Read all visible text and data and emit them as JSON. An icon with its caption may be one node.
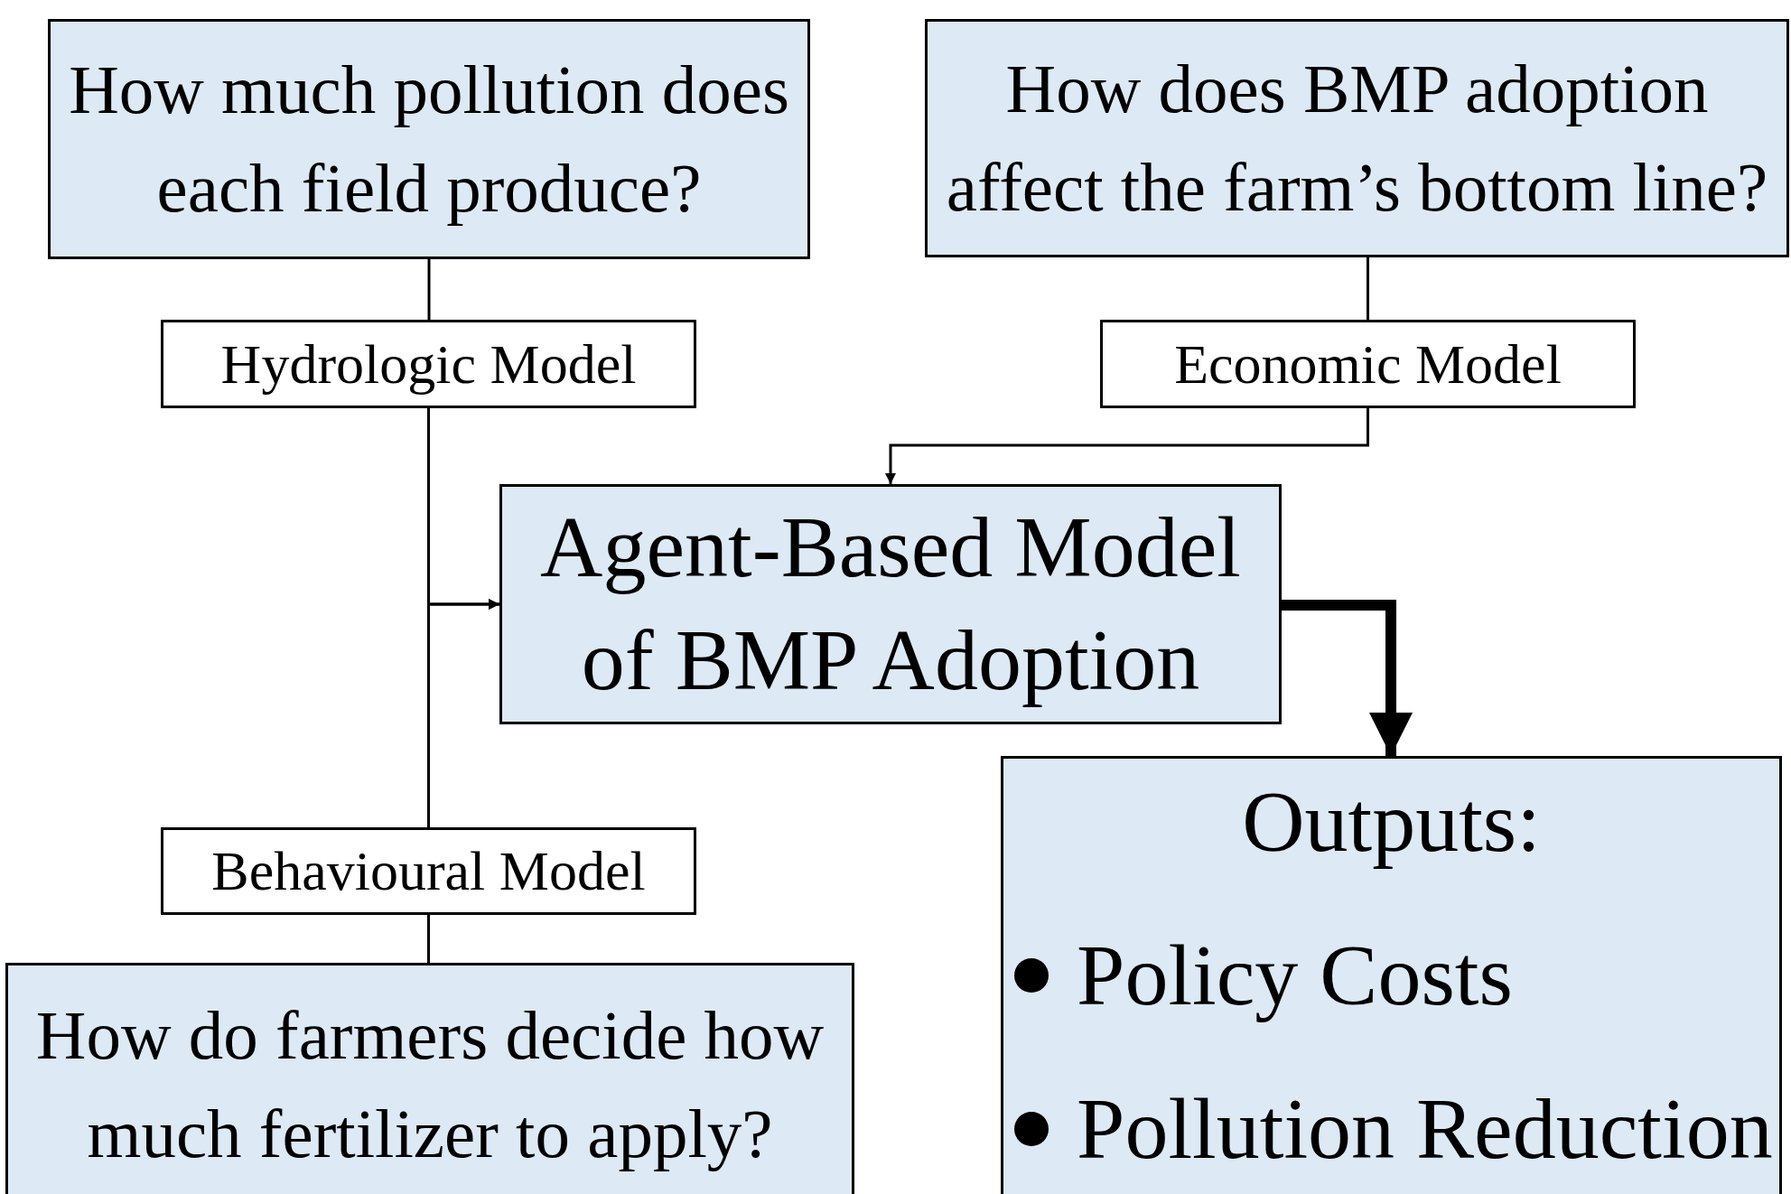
{
  "diagram": {
    "nodes": [
      {
        "text": [
          "How much pollution does each field produce?"
        ]
      },
      {
        "text": [
          "How does BMP adoption affect the farm’s bottom line?"
        ]
      },
      {
        "text": [
          "Hydrologic Model"
        ]
      },
      {
        "text": [
          "Economic Model"
        ]
      },
      {
        "text": [
          "Agent-Based Model of BMP Adoption"
        ]
      },
      {
        "text": [
          "Outputs:",
          "Policy Costs",
          "Pollution Reduction"
        ]
      },
      {
        "text": [
          "Behavioural Model"
        ]
      },
      {
        "text": [
          "How do farmers decide how much fertilizer to apply?"
        ]
      }
    ],
    "edges": [
      {
        "from": 0,
        "to": 2,
        "arrow": "none"
      },
      {
        "from": 1,
        "to": 3,
        "arrow": "none"
      },
      {
        "from": 3,
        "to": 4,
        "arrow": "to"
      },
      {
        "from": 2,
        "to": 4,
        "arrow": "to"
      },
      {
        "from": 6,
        "to": 4,
        "arrow": "to"
      },
      {
        "from": 6,
        "to": 7,
        "arrow": "none"
      },
      {
        "from": 4,
        "to": 5,
        "arrow": "to",
        "style": "thick"
      }
    ]
  }
}
